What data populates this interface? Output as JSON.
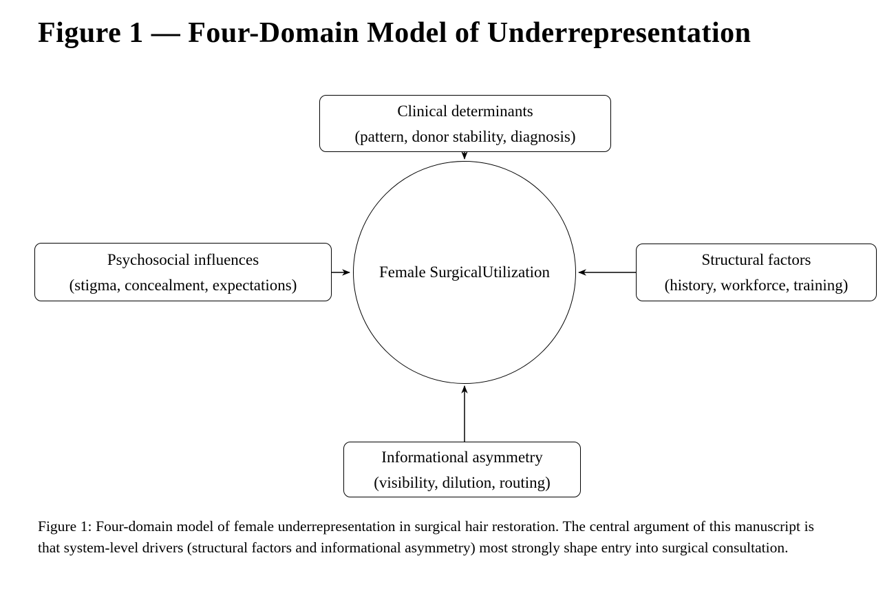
{
  "title": "Figure 1 — Four-Domain Model of Underrepresentation",
  "diagram": {
    "center": {
      "label": "Female SurgicalUtilization"
    },
    "nodes": {
      "top": {
        "title": "Clinical determinants",
        "subtitle": "(pattern, donor stability, diagnosis)"
      },
      "left": {
        "title": "Psychosocial influences",
        "subtitle": "(stigma, concealment, expectations)"
      },
      "right": {
        "title": "Structural factors",
        "subtitle": "(history, workforce, training)"
      },
      "bottom": {
        "title": "Informational asymmetry",
        "subtitle": "(visibility, dilution, routing)"
      }
    },
    "arrows": [
      {
        "from": "clinical-determinants",
        "to": "center"
      },
      {
        "from": "psychosocial-influences",
        "to": "center"
      },
      {
        "from": "structural-factors",
        "to": "center"
      },
      {
        "from": "informational-asymmetry",
        "to": "center"
      }
    ]
  },
  "caption": {
    "text": "Figure 1: Four-domain model of female underrepresentation in surgical hair restoration. The central argument of this manuscript is that system-level drivers (structural factors and informational asymmetry) most strongly shape entry into surgical consultation."
  },
  "colors": {
    "ink": "#000000",
    "background": "#ffffff"
  }
}
